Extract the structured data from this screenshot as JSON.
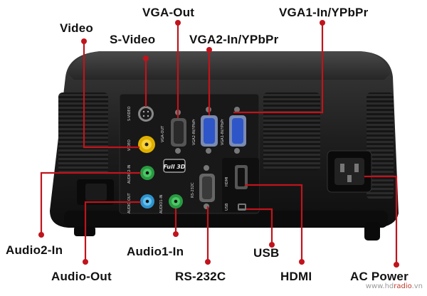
{
  "labels": {
    "video": "Video",
    "s_video": "S-Video",
    "vga_out": "VGA-Out",
    "vga2_in": "VGA2-In/YPbPr",
    "vga1_in": "VGA1-In/YPbPr",
    "audio2_in": "Audio2-In",
    "audio_out": "Audio-Out",
    "audio1_in": "Audio1-In",
    "rs232c": "RS-232C",
    "usb": "USB",
    "hdmi": "HDMI",
    "ac_power": "AC Power"
  },
  "panel_text": {
    "s_video": "S-VIDEO",
    "video": "VIDEO",
    "audio2_in": "AUDIO2-IN",
    "audio_out": "AUDIO OUT",
    "audio1_in": "AUDIO1-IN",
    "vga_out": "VGA-OUT",
    "vga2_in": "VGA2-IN/YPbPr",
    "vga1_in": "VGA1-IN/YPbPr",
    "full3d": "Full 3D",
    "rs232": "RS-232C",
    "hdmi": "HDMI",
    "usb": "USB"
  },
  "watermark": {
    "prefix": "www.hd",
    "accent": "radio",
    "suffix": ".vn"
  },
  "colors": {
    "leader_line": "#c0141c",
    "dot": "#c0141c",
    "body": "#1c1c1c",
    "vga_blue": "#2f56c8",
    "video_yellow": "#f2c200",
    "audio_green": "#2fae4a",
    "audio_blue": "#3fa7e0"
  }
}
